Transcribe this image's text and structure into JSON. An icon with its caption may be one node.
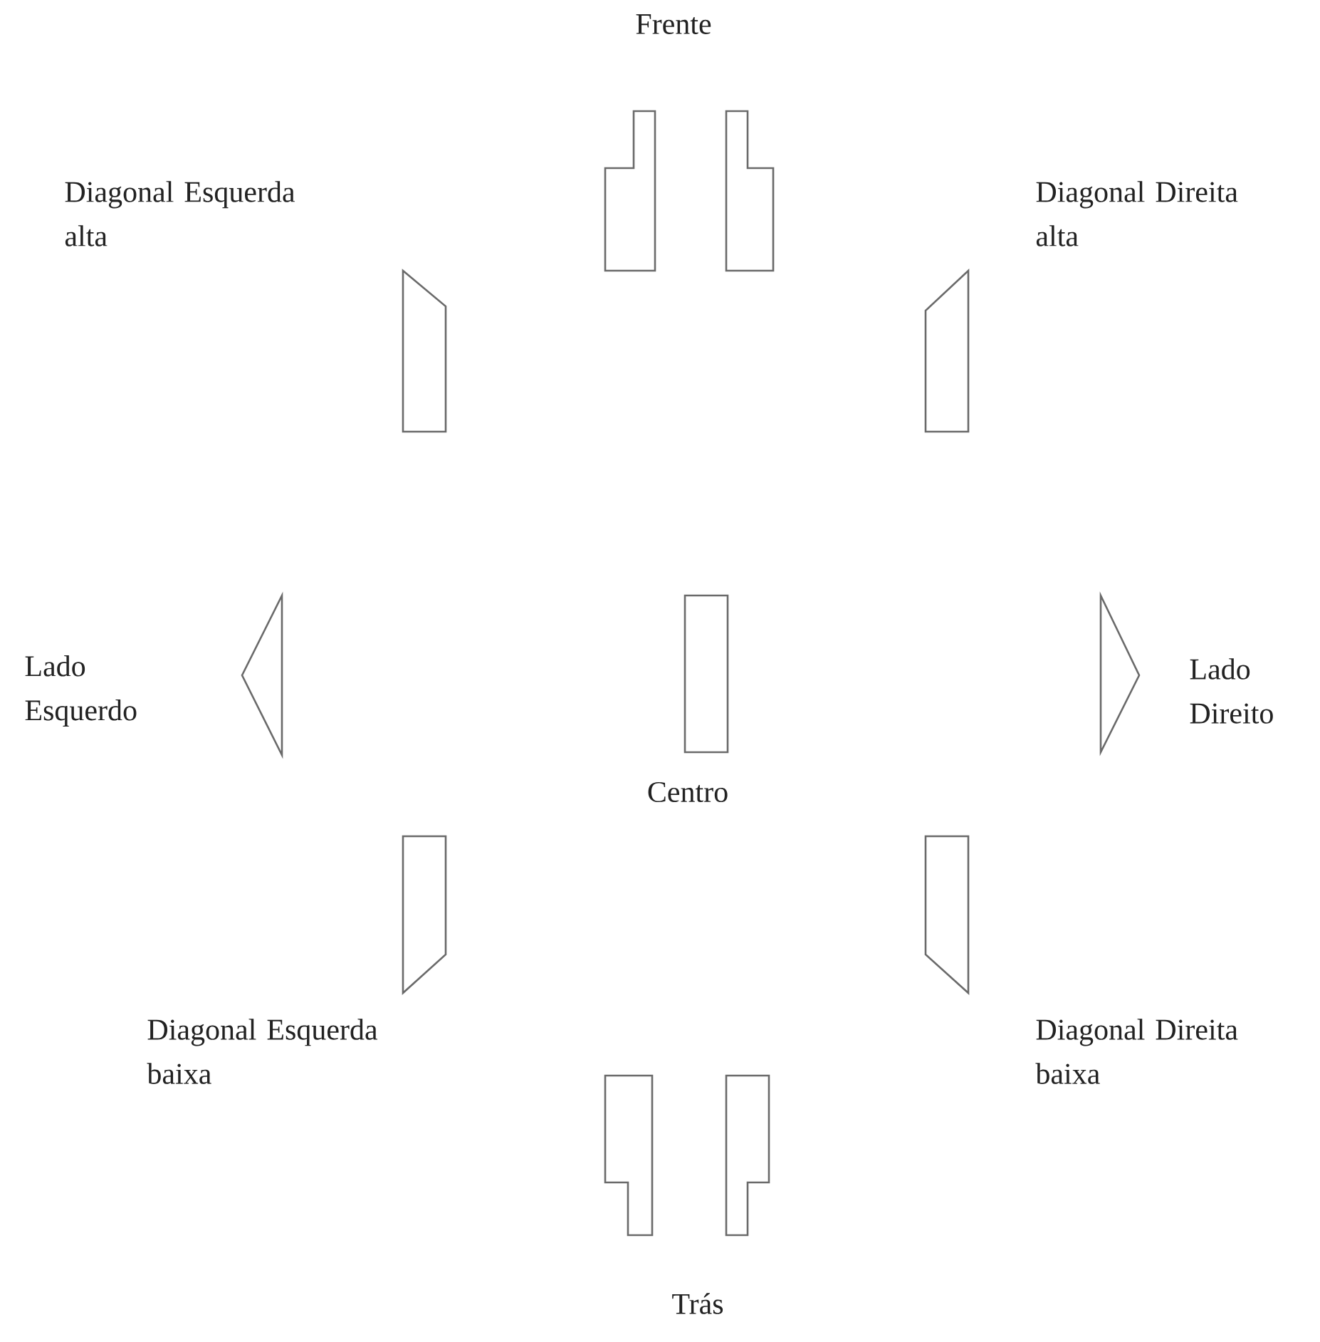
{
  "diagram": {
    "labels": [
      "Frente",
      "Diagonal Esquerda alta",
      "Diagonal Direita alta",
      "Lado Esquerdo",
      "Lado Direito",
      "Centro",
      "Diagonal Esquerda baixa",
      "Diagonal Direita baixa",
      "Trás"
    ]
  }
}
